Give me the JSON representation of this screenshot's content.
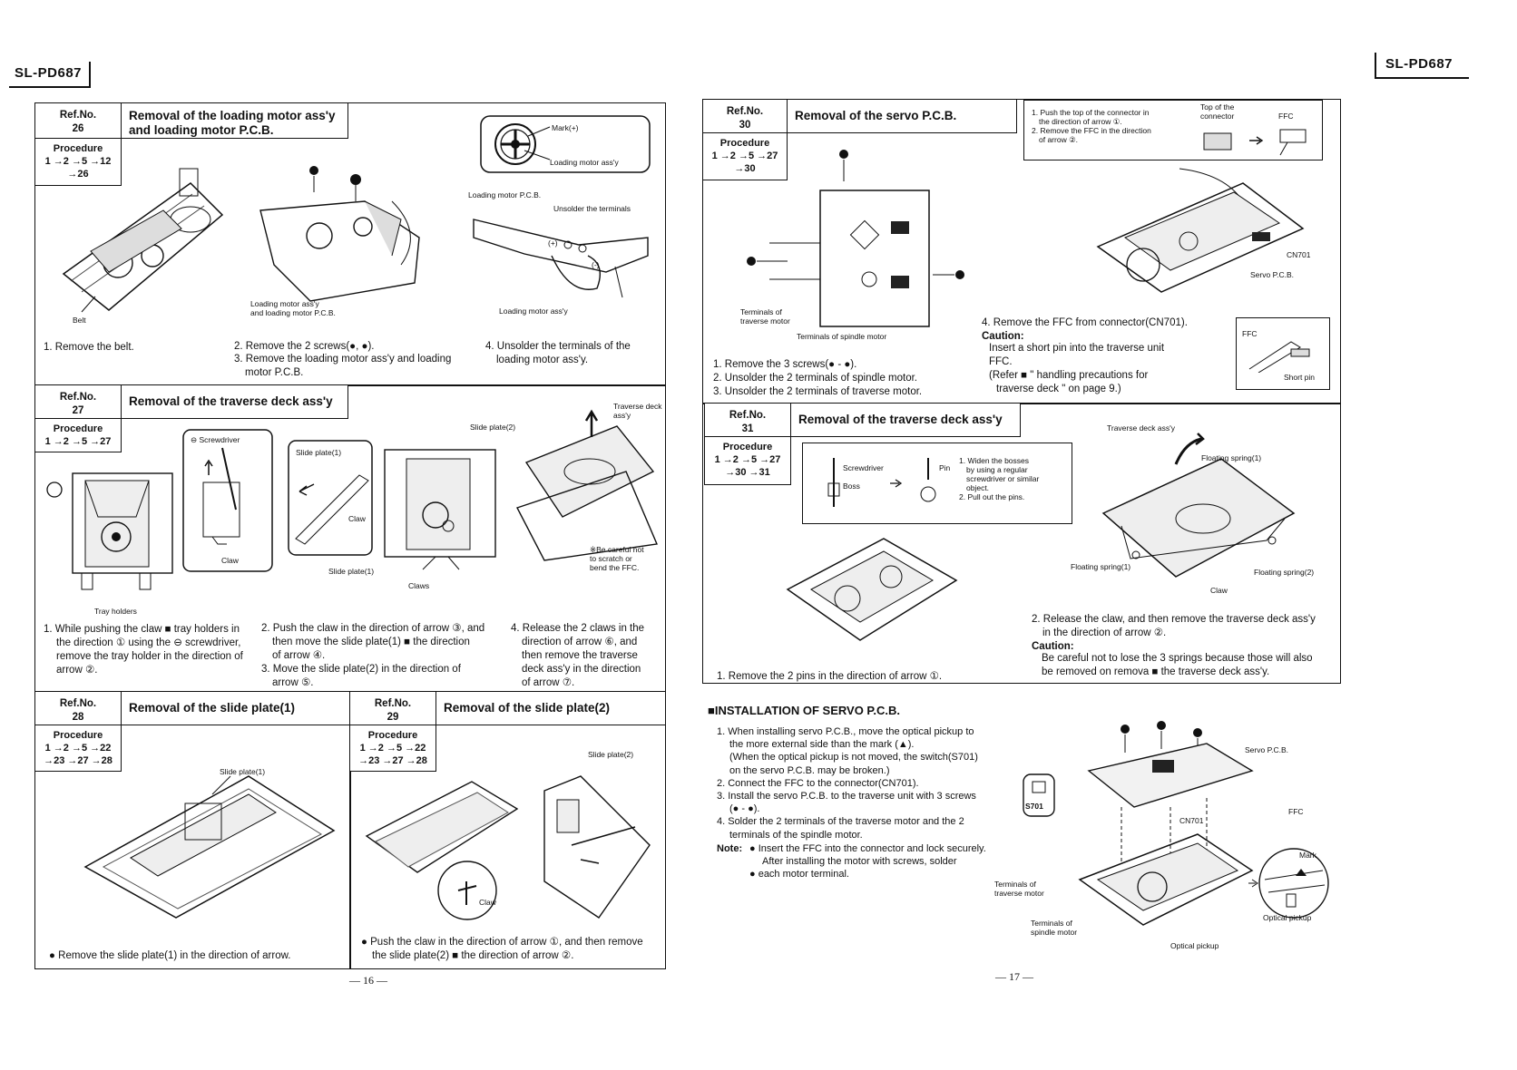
{
  "model": "SL-PD687",
  "pages": {
    "left": "— 16 —",
    "right": "— 17 —"
  },
  "ref_label": "Ref.No.",
  "procedure_label": "Procedure",
  "sec26": {
    "ref": "26",
    "title_line1": "Removal of the loading motor ass'y",
    "title_line2": "and loading motor P.C.B.",
    "procedure_line1": "1 →2 →5 →12",
    "procedure_line2": "→26",
    "labels": {
      "belt": "Belt",
      "mark": "Mark(+)",
      "loading_motor_assy": "Loading motor ass'y",
      "loading_motor_pcb": "Loading motor P.C.B.",
      "unsolder": "Unsolder the terminals",
      "plus": "(+)",
      "minus": "(-)",
      "lm_assy_pcb_1": "Loading motor ass'y",
      "lm_assy_pcb_2": "and loading motor P.C.B.",
      "lm_assy_bottom": "Loading motor ass'y"
    },
    "step1": "1. Remove the belt.",
    "step2": "2. Remove the 2 screws(●, ●).",
    "step3_1": "3. Remove the loading motor ass'y and loading",
    "step3_2": "motor P.C.B.",
    "step4_1": "4. Unsolder the terminals of the",
    "step4_2": "loading motor ass'y."
  },
  "sec27": {
    "ref": "27",
    "title": "Removal of the traverse deck ass'y",
    "procedure": "1 →2 →5 →27",
    "labels": {
      "screwdriver": "⊖ Screwdriver",
      "claw": "Claw",
      "slide_plate1": "Slide plate(1)",
      "slide_plate1_b": "Slide plate(1)",
      "slide_plate2": "Slide plate(2)",
      "claws": "Claws",
      "tray_holders": "Tray holders",
      "traverse_deck": "Traverse deck ass'y",
      "careful_1": "※Be careful not",
      "careful_2": "to scratch or",
      "careful_3": "bend the FFC."
    },
    "step1_1": "1. While pushing the claw ■ tray holders in",
    "step1_2": "the direction ① using the ⊖ screwdriver,",
    "step1_3": "remove the tray holder in the direction of",
    "step1_4": "arrow ②.",
    "step2_1": "2. Push the claw in the direction of arrow ③, and",
    "step2_2": "then move the slide plate(1) ■ the direction",
    "step2_3": "of arrow ④.",
    "step3_1": "3. Move the slide plate(2) in the direction of",
    "step3_2": "arrow ⑤.",
    "step4_1": "4. Release the 2 claws in the",
    "step4_2": "direction of arrow ⑥, and",
    "step4_3": "then remove the traverse",
    "step4_4": "deck ass'y in the direction",
    "step4_5": "of arrow ⑦."
  },
  "sec28": {
    "ref": "28",
    "title": "Removal of the slide plate(1)",
    "procedure_line1": "1 →2 →5 →22",
    "procedure_line2": "→23 →27 →28",
    "label": "Slide plate(1)",
    "step": "● Remove the slide plate(1) in the direction of arrow."
  },
  "sec29": {
    "ref": "29",
    "title": "Removal of the slide plate(2)",
    "procedure_line1": "1 →2 →5 →22",
    "procedure_line2": "→23 →27 →28",
    "label_plate": "Slide plate(2)",
    "label_claw": "Claw",
    "step_1": "● Push the claw in the direction of arrow ①, and then remove",
    "step_2": "the slide plate(2) ■ the direction of arrow ②."
  },
  "sec30": {
    "ref": "30",
    "title": "Removal of the servo P.C.B.",
    "procedure_line1": "1 →2 →5 →27",
    "procedure_line2": "→30",
    "info_1": "1. Push the top of the connector in",
    "info_2": "the direction of arrow ①.",
    "info_3": "2. Remove the FFC in the direction",
    "info_4": "of arrow ②.",
    "top_connector_1": "Top of the",
    "top_connector_2": "connector",
    "ffc": "FFC",
    "cn701": "CN701",
    "servo_pcb": "Servo P.C.B.",
    "term_traverse_1": "Terminals of",
    "term_traverse_2": "traverse motor",
    "term_spindle": "Terminals of spindle motor",
    "step1": "1. Remove the 3 screws(● - ●).",
    "step2": "2. Unsolder the 2 terminals of spindle motor.",
    "step3": "3. Unsolder the 2 terminals of traverse motor.",
    "step4": "4. Remove the FFC from connector(CN701).",
    "caution": "Caution:",
    "caution_1": "Insert a short pin into the traverse unit",
    "caution_2": "FFC.",
    "caution_3": "(Refer ■ \" handling precautions for",
    "caution_4": "traverse deck \" on page 9.)",
    "ffc_small": "FFC",
    "short_pin": "Short pin"
  },
  "sec31": {
    "ref": "31",
    "title": "Removal of the traverse deck ass'y",
    "procedure_line1": "1 →2 →5 →27",
    "procedure_line2": "→30 →31",
    "screwdriver": "Screwdriver",
    "boss": "Boss",
    "pin": "Pin",
    "widen_1": "1. Widen the bosses",
    "widen_2": "by using a regular",
    "widen_3": "screwdriver or similar",
    "widen_4": "object.",
    "widen_5": "2. Pull out the pins.",
    "traverse_deck": "Traverse deck ass'y",
    "floating1": "Floating spring(1)",
    "floating1b": "Floating spring(1)",
    "floating2": "Floating spring(2)",
    "claw": "Claw",
    "step1": "1. Remove the 2 pins in the direction of arrow ①.",
    "step2_1": "2. Release the claw, and then remove the traverse deck ass'y",
    "step2_2": "in the direction of arrow ②.",
    "caution": "Caution:",
    "caution_1": "Be careful not to lose the 3 springs because those will also",
    "caution_2": "be removed on remova ■ the traverse deck ass'y."
  },
  "install": {
    "heading": "■INSTALLATION OF SERVO P.C.B.",
    "l1": "1. When installing servo P.C.B., move the optical pickup to",
    "l2": "the more external side than the mark (▲).",
    "l3": "(When the optical pickup is not moved, the switch(S701)",
    "l4": "on the servo P.C.B. may be broken.)",
    "l5": "2. Connect the FFC to the connector(CN701).",
    "l6": "3. Install the servo P.C.B. to the traverse unit with 3 screws",
    "l7": "(● - ●).",
    "l8": "4. Solder the 2 terminals of the traverse motor and the 2",
    "l9": "terminals of the spindle motor.",
    "note": "Note:",
    "n1": "● Insert the FFC into the connector and lock securely.",
    "n2": "After installing the motor with screws, solder",
    "n3": "● each motor terminal.",
    "s701": "S701",
    "servo_pcb": "Servo P.C.B.",
    "cn701": "CN701",
    "ffc": "FFC",
    "mark": "Mark",
    "term_traverse_1": "Terminals of",
    "term_traverse_2": "traverse motor",
    "term_spindle_1": "Terminals of",
    "term_spindle_2": "spindle motor",
    "optical_pickup": "Optical pickup",
    "optical_pickup_b": "Optical pickup"
  }
}
